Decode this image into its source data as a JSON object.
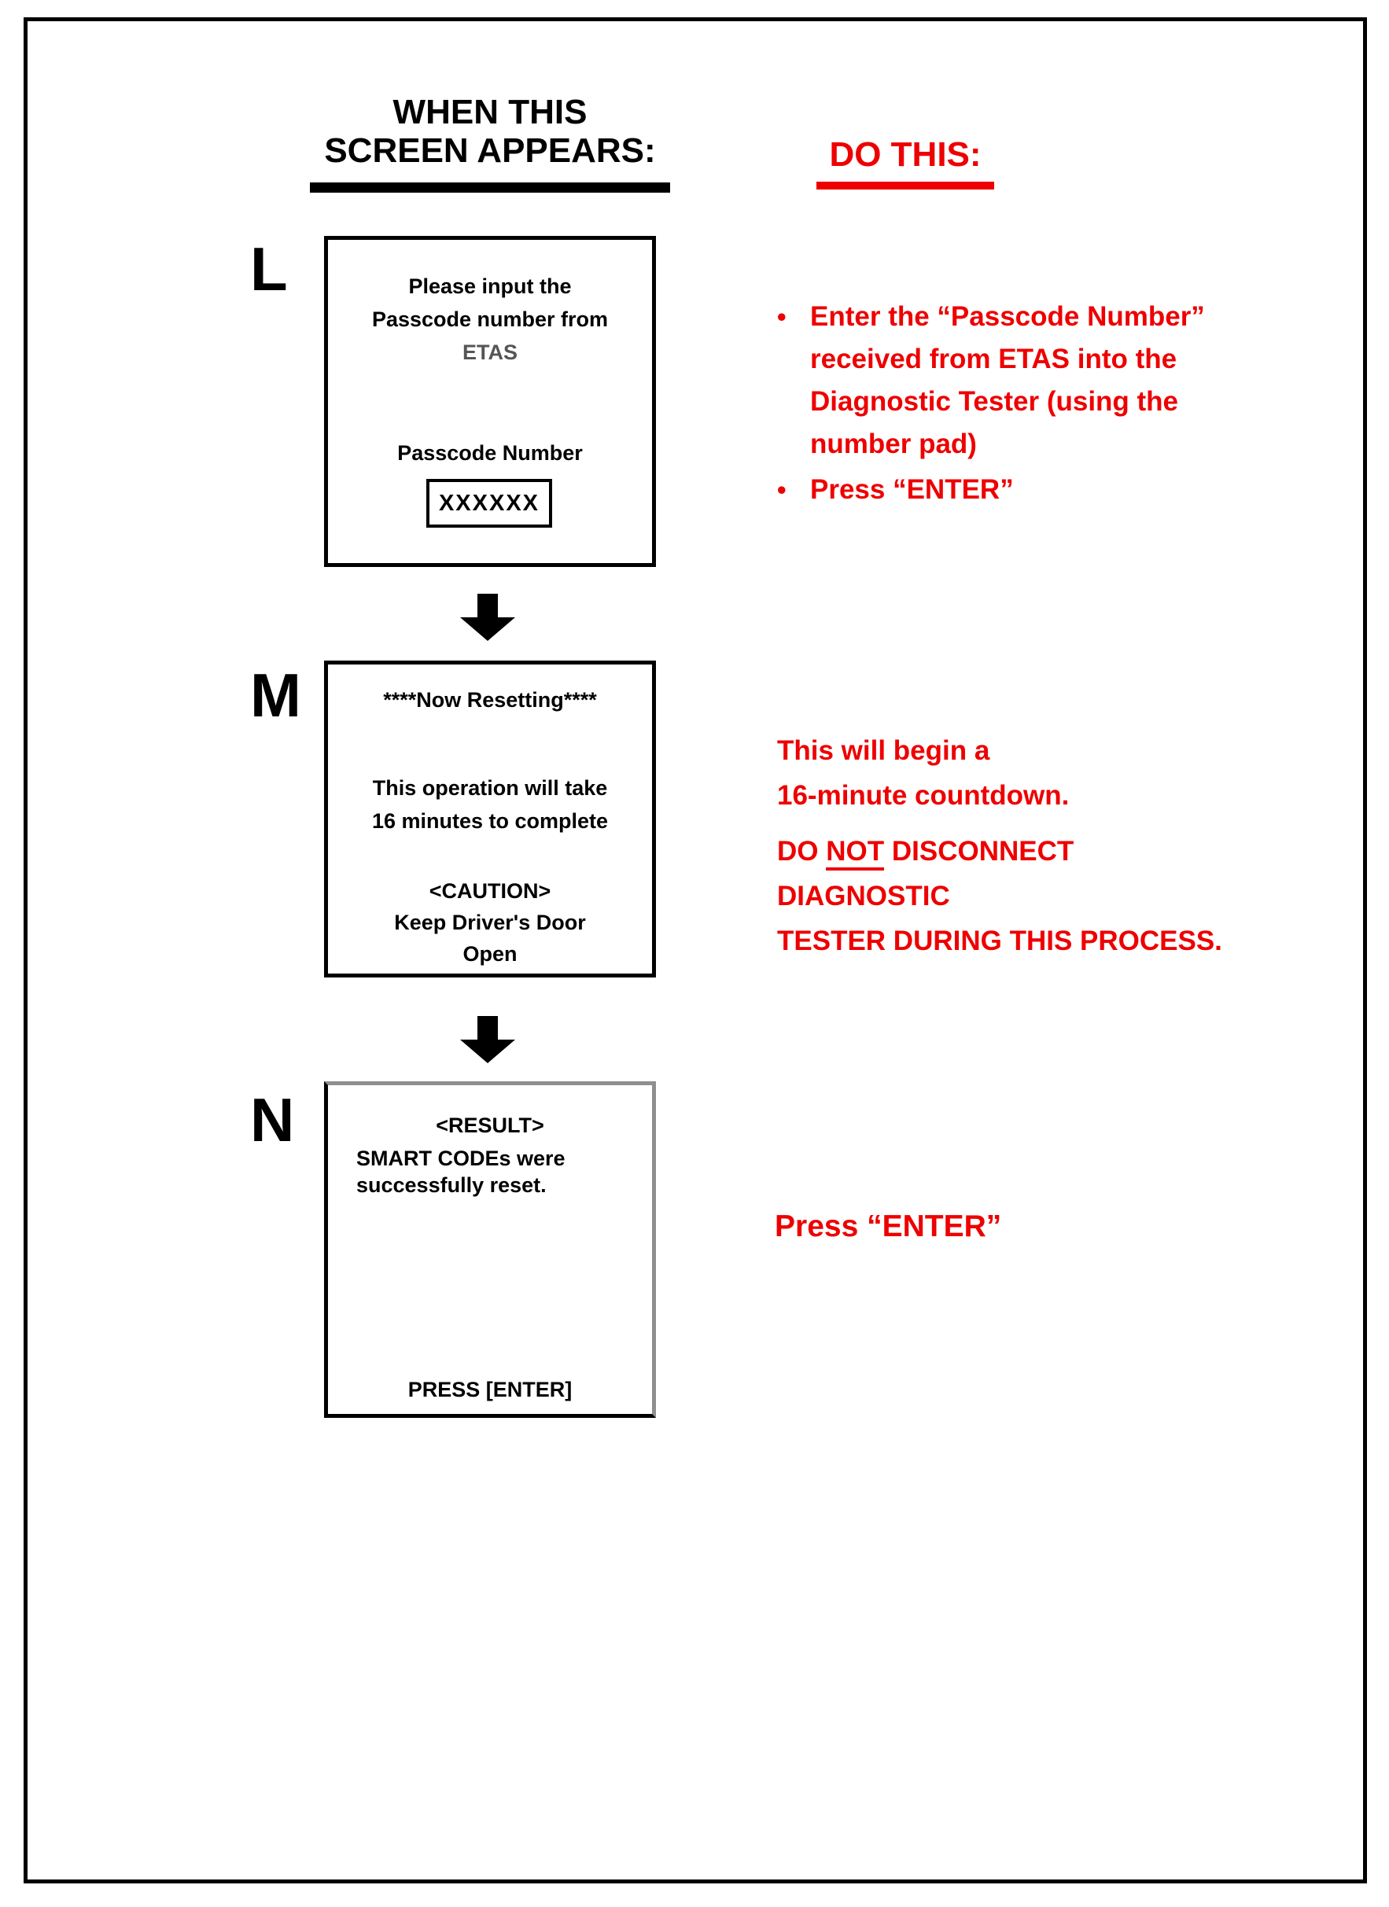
{
  "colors": {
    "accent_red": "#ee0000",
    "screen_border": "#000000",
    "etas_gray": "#555555"
  },
  "header": {
    "when_line1": "WHEN THIS",
    "when_line2": "SCREEN APPEARS:",
    "do_this": "DO THIS:"
  },
  "steps": [
    {
      "label": "L",
      "screen": {
        "lines": [
          "Please input the",
          "Passcode number from",
          "ETAS"
        ],
        "field_label": "Passcode Number",
        "field_value": "XXXXXX"
      },
      "bullets": [
        {
          "lines": [
            "Enter the “Passcode Number”",
            "received from ETAS into the",
            "Diagnostic Tester (using the",
            "number pad)"
          ]
        },
        {
          "lines": [
            "Press “ENTER”"
          ]
        }
      ],
      "bullet_glyph": "•"
    },
    {
      "label": "M",
      "screen": {
        "title": "****Now Resetting****",
        "body_line1": "This operation will take",
        "body_line2": "16 minutes to complete",
        "caution_line1": "<CAUTION>",
        "caution_line2": "Keep Driver's Door",
        "caution_line3": "Open"
      },
      "note": {
        "p1_line1": "This will begin a",
        "p1_line2": "16-minute countdown.",
        "p2_prefix": "DO ",
        "p2_underlined": "NOT",
        "p2_line1_rest": " DISCONNECT DIAGNOSTIC",
        "p2_line2": "TESTER DURING THIS PROCESS."
      }
    },
    {
      "label": "N",
      "screen": {
        "title": "<RESULT>",
        "body_line1": "SMART CODEs were",
        "body_line2": "successfully reset.",
        "footer": "PRESS [ENTER]"
      },
      "note": "Press “ENTER”"
    }
  ]
}
